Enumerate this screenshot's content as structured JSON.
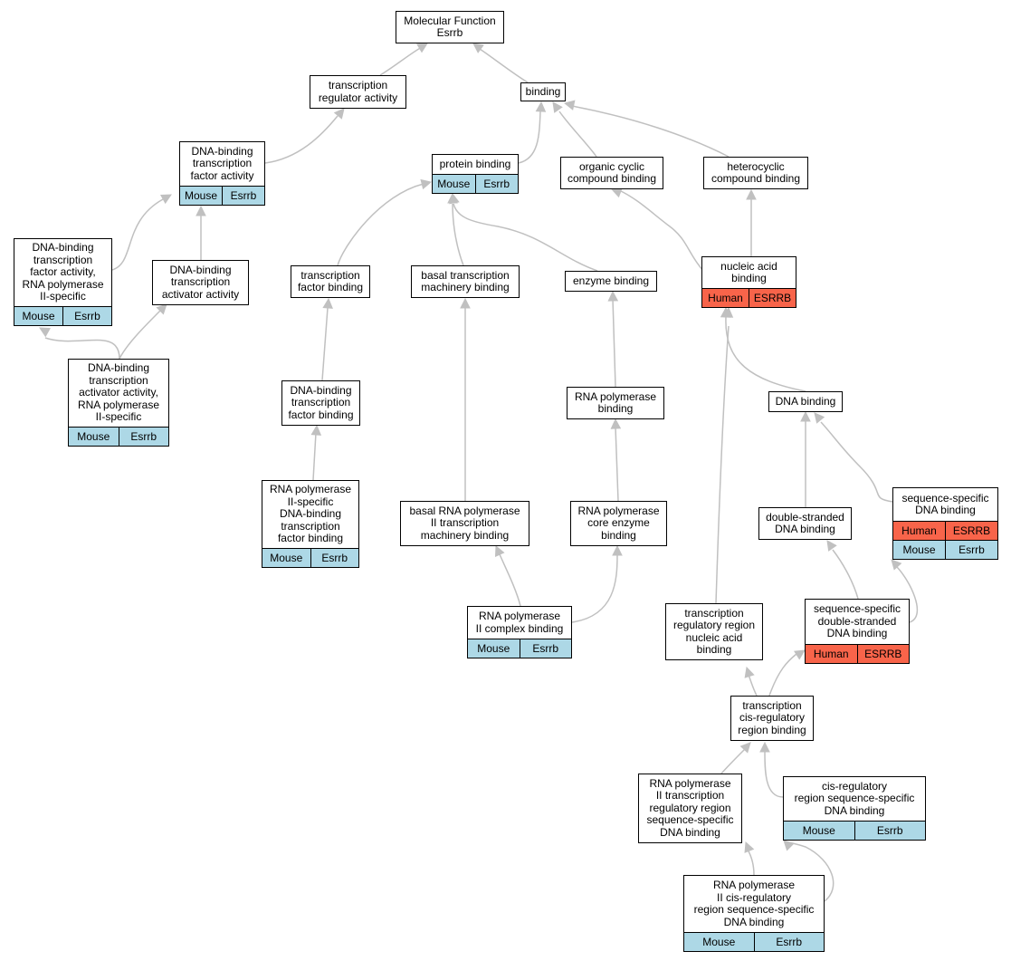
{
  "colors": {
    "mouse": "#add8e6",
    "human": "#f8644a",
    "edge": "#c0c0c0"
  },
  "nodes": {
    "mf": {
      "lines": [
        "Molecular Function",
        "Esrrb"
      ],
      "rows": []
    },
    "tra": {
      "lines": [
        "transcription",
        "regulator activity"
      ],
      "rows": []
    },
    "bind": {
      "lines": [
        "binding"
      ],
      "rows": []
    },
    "dbtfa": {
      "lines": [
        "DNA-binding",
        "transcription",
        "factor activity"
      ],
      "rows": [
        [
          "Mouse",
          "Esrrb"
        ]
      ]
    },
    "prot": {
      "lines": [
        "protein binding"
      ],
      "rows": [
        [
          "Mouse",
          "Esrrb"
        ]
      ]
    },
    "occ": {
      "lines": [
        "organic cyclic",
        "compound binding"
      ],
      "rows": []
    },
    "hcc": {
      "lines": [
        "heterocyclic",
        "compound binding"
      ],
      "rows": []
    },
    "dbtfr": {
      "lines": [
        "DNA-binding",
        "transcription",
        "factor activity,",
        "RNA polymerase",
        "II-specific"
      ],
      "rows": [
        [
          "Mouse",
          "Esrrb"
        ]
      ]
    },
    "dbtaa": {
      "lines": [
        "DNA-binding",
        "transcription",
        "activator activity"
      ],
      "rows": []
    },
    "tfb": {
      "lines": [
        "transcription",
        "factor binding"
      ],
      "rows": []
    },
    "btmb": {
      "lines": [
        "basal transcription",
        "machinery binding"
      ],
      "rows": []
    },
    "enz": {
      "lines": [
        "enzyme binding"
      ],
      "rows": []
    },
    "nab": {
      "lines": [
        "nucleic acid",
        "binding"
      ],
      "rows": [
        [
          "Human",
          "ESRRB"
        ]
      ]
    },
    "dbtar": {
      "lines": [
        "DNA-binding",
        "transcription",
        "activator activity,",
        "RNA polymerase",
        "II-specific"
      ],
      "rows": [
        [
          "Mouse",
          "Esrrb"
        ]
      ]
    },
    "dbtfb": {
      "lines": [
        "DNA-binding",
        "transcription",
        "factor binding"
      ],
      "rows": []
    },
    "rnapb": {
      "lines": [
        "RNA polymerase",
        "binding"
      ],
      "rows": []
    },
    "dnab": {
      "lines": [
        "DNA binding"
      ],
      "rows": []
    },
    "rnatf": {
      "lines": [
        "RNA polymerase",
        "II-specific",
        "DNA-binding",
        "transcription",
        "factor binding"
      ],
      "rows": [
        [
          "Mouse",
          "Esrrb"
        ]
      ]
    },
    "brna": {
      "lines": [
        "basal RNA polymerase",
        "II transcription",
        "machinery binding"
      ],
      "rows": []
    },
    "rpce": {
      "lines": [
        "RNA polymerase",
        "core enzyme",
        "binding"
      ],
      "rows": []
    },
    "dsdna": {
      "lines": [
        "double-stranded",
        "DNA binding"
      ],
      "rows": []
    },
    "ssdna": {
      "lines": [
        "sequence-specific",
        "DNA binding"
      ],
      "rows": [
        [
          "Human",
          "ESRRB"
        ],
        [
          "Mouse",
          "Esrrb"
        ]
      ]
    },
    "rp2c": {
      "lines": [
        "RNA polymerase",
        "II complex binding"
      ],
      "rows": [
        [
          "Mouse",
          "Esrrb"
        ]
      ]
    },
    "trrna": {
      "lines": [
        "transcription",
        "regulatory region",
        "nucleic acid",
        "binding"
      ],
      "rows": []
    },
    "ssds": {
      "lines": [
        "sequence-specific",
        "double-stranded",
        "DNA binding"
      ],
      "rows": [
        [
          "Human",
          "ESRRB"
        ]
      ]
    },
    "tcis": {
      "lines": [
        "transcription",
        "cis-regulatory",
        "region binding"
      ],
      "rows": []
    },
    "rp2tr": {
      "lines": [
        "RNA polymerase",
        "II transcription",
        "regulatory region",
        "sequence-specific",
        "DNA binding"
      ],
      "rows": []
    },
    "crss": {
      "lines": [
        "cis-regulatory",
        "region sequence-specific",
        "DNA binding"
      ],
      "rows": [
        [
          "Mouse",
          "Esrrb"
        ]
      ]
    },
    "rp2cr": {
      "lines": [
        "RNA polymerase",
        "II cis-regulatory",
        "region sequence-specific",
        "DNA binding"
      ],
      "rows": [
        [
          "Mouse",
          "Esrrb"
        ]
      ]
    }
  }
}
